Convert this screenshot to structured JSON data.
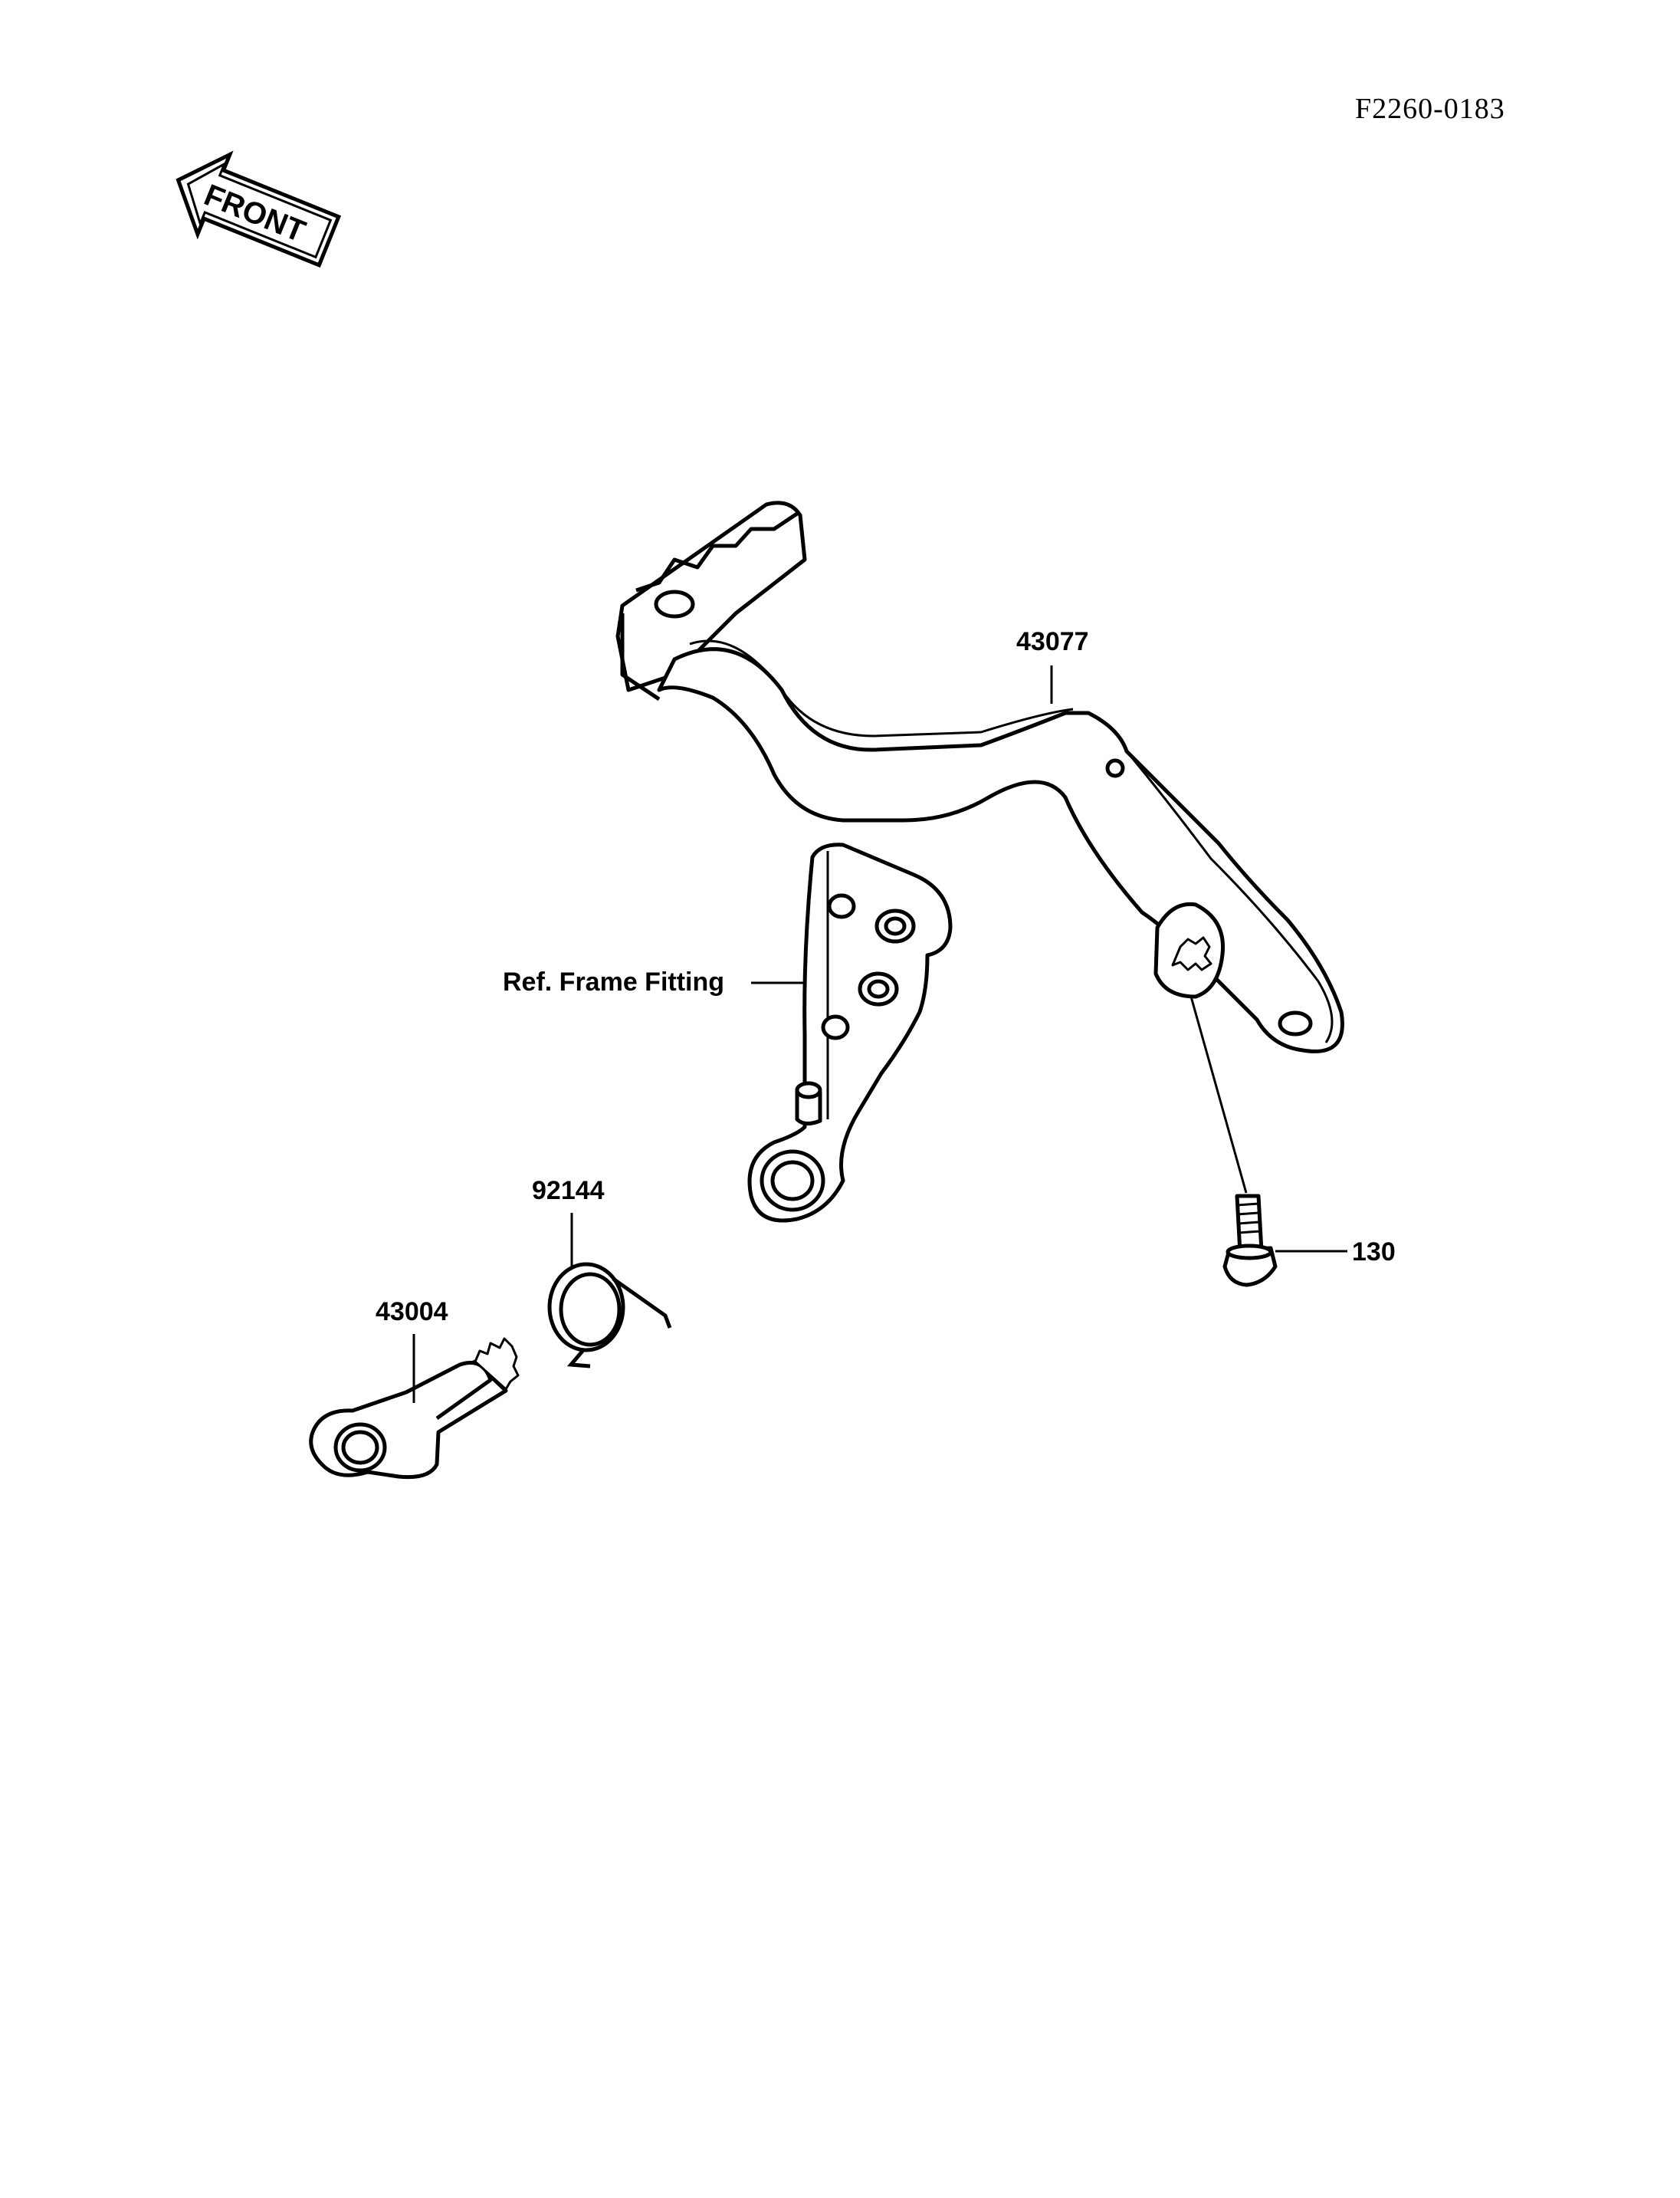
{
  "diagram": {
    "reference_code": "F2260-0183",
    "front_label": "FRONT",
    "callouts": {
      "brake_pedal": "43077",
      "frame_fitting": "Ref. Frame Fitting",
      "spring": "92144",
      "shaft": "43004",
      "bolt": "130"
    }
  }
}
